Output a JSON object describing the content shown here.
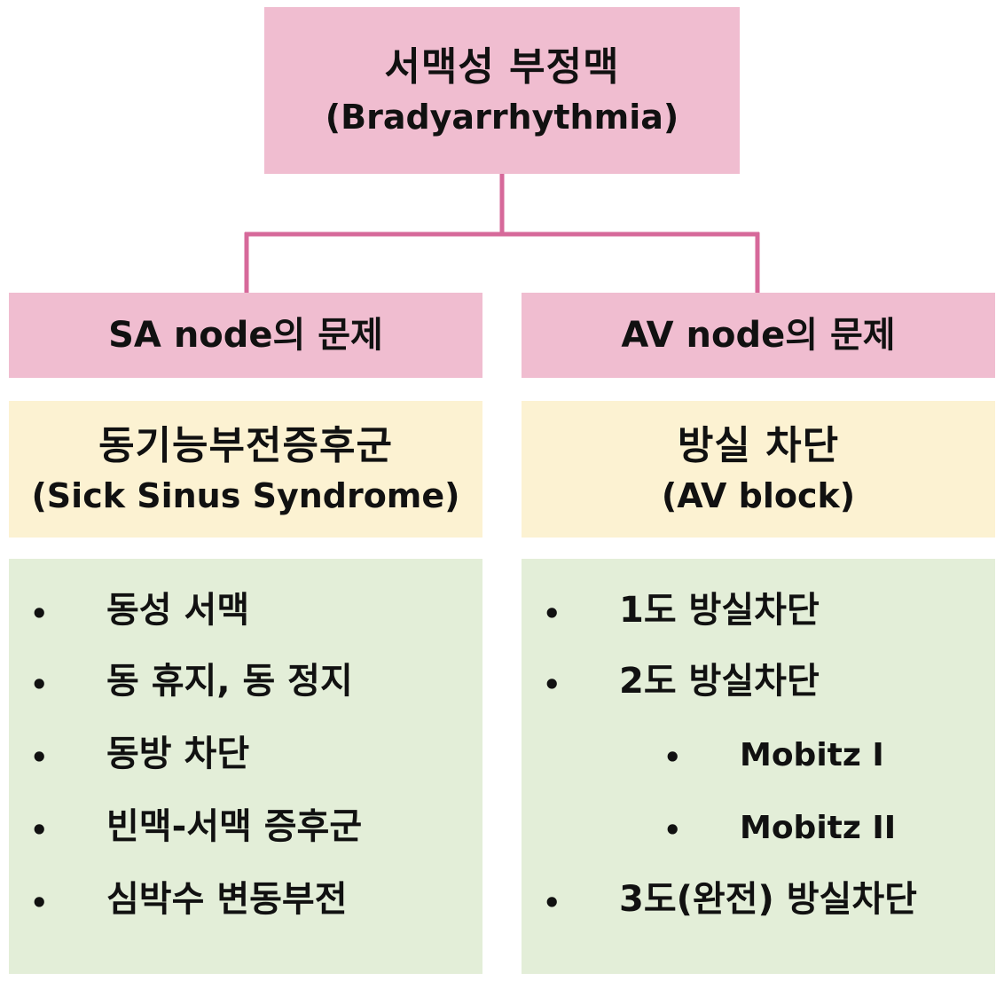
{
  "root": {
    "title": "서맥성 부정맥",
    "subtitle": "(Bradyarrhythmia)"
  },
  "colors": {
    "header": "#f0bdd0",
    "syndrome": "#fcf2d2",
    "list": "#e3eed8",
    "connector": "#d6699a"
  },
  "left": {
    "header": "SA node의 문제",
    "syndrome_ko": "동기능부전증후군",
    "syndrome_en": "(Sick Sinus Syndrome)",
    "items": [
      {
        "bullet": "•",
        "label": "동성 서맥"
      },
      {
        "bullet": "•",
        "label": "동 휴지, 동 정지"
      },
      {
        "bullet": "•",
        "label": "동방 차단"
      },
      {
        "bullet": "•",
        "label": "빈맥-서맥 증후군"
      },
      {
        "bullet": "•",
        "label": "심박수 변동부전"
      }
    ]
  },
  "right": {
    "header": "AV node의 문제",
    "syndrome_ko": "방실 차단",
    "syndrome_en": "(AV block)",
    "items": [
      {
        "bullet": "•",
        "label": "1도 방실차단"
      },
      {
        "bullet": "•",
        "label": "2도 방실차단"
      },
      {
        "bullet": "•",
        "label": "Mobitz I"
      },
      {
        "bullet": "•",
        "label": "Mobitz II"
      },
      {
        "bullet": "•",
        "label": "3도(완전) 방실차단"
      }
    ]
  }
}
